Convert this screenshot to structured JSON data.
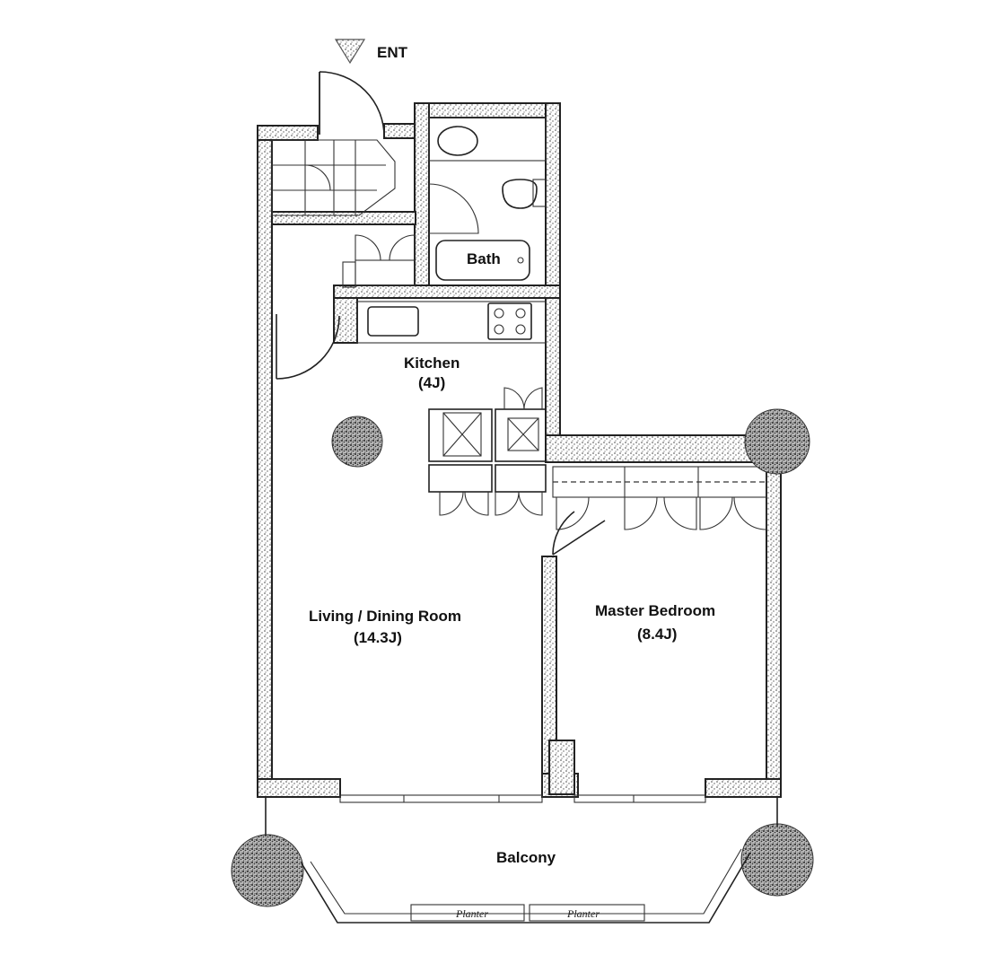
{
  "entrance": {
    "label": "ENT"
  },
  "rooms": {
    "bath": {
      "name": "Bath"
    },
    "kitchen": {
      "name": "Kitchen",
      "size": "(4J)"
    },
    "living": {
      "name": "Living / Dining Room",
      "size": "(14.3J)"
    },
    "bedroom": {
      "name": "Master Bedroom",
      "size": "(8.4J)"
    },
    "balcony": {
      "name": "Balcony"
    }
  },
  "planters": [
    "Planter",
    "Planter"
  ]
}
